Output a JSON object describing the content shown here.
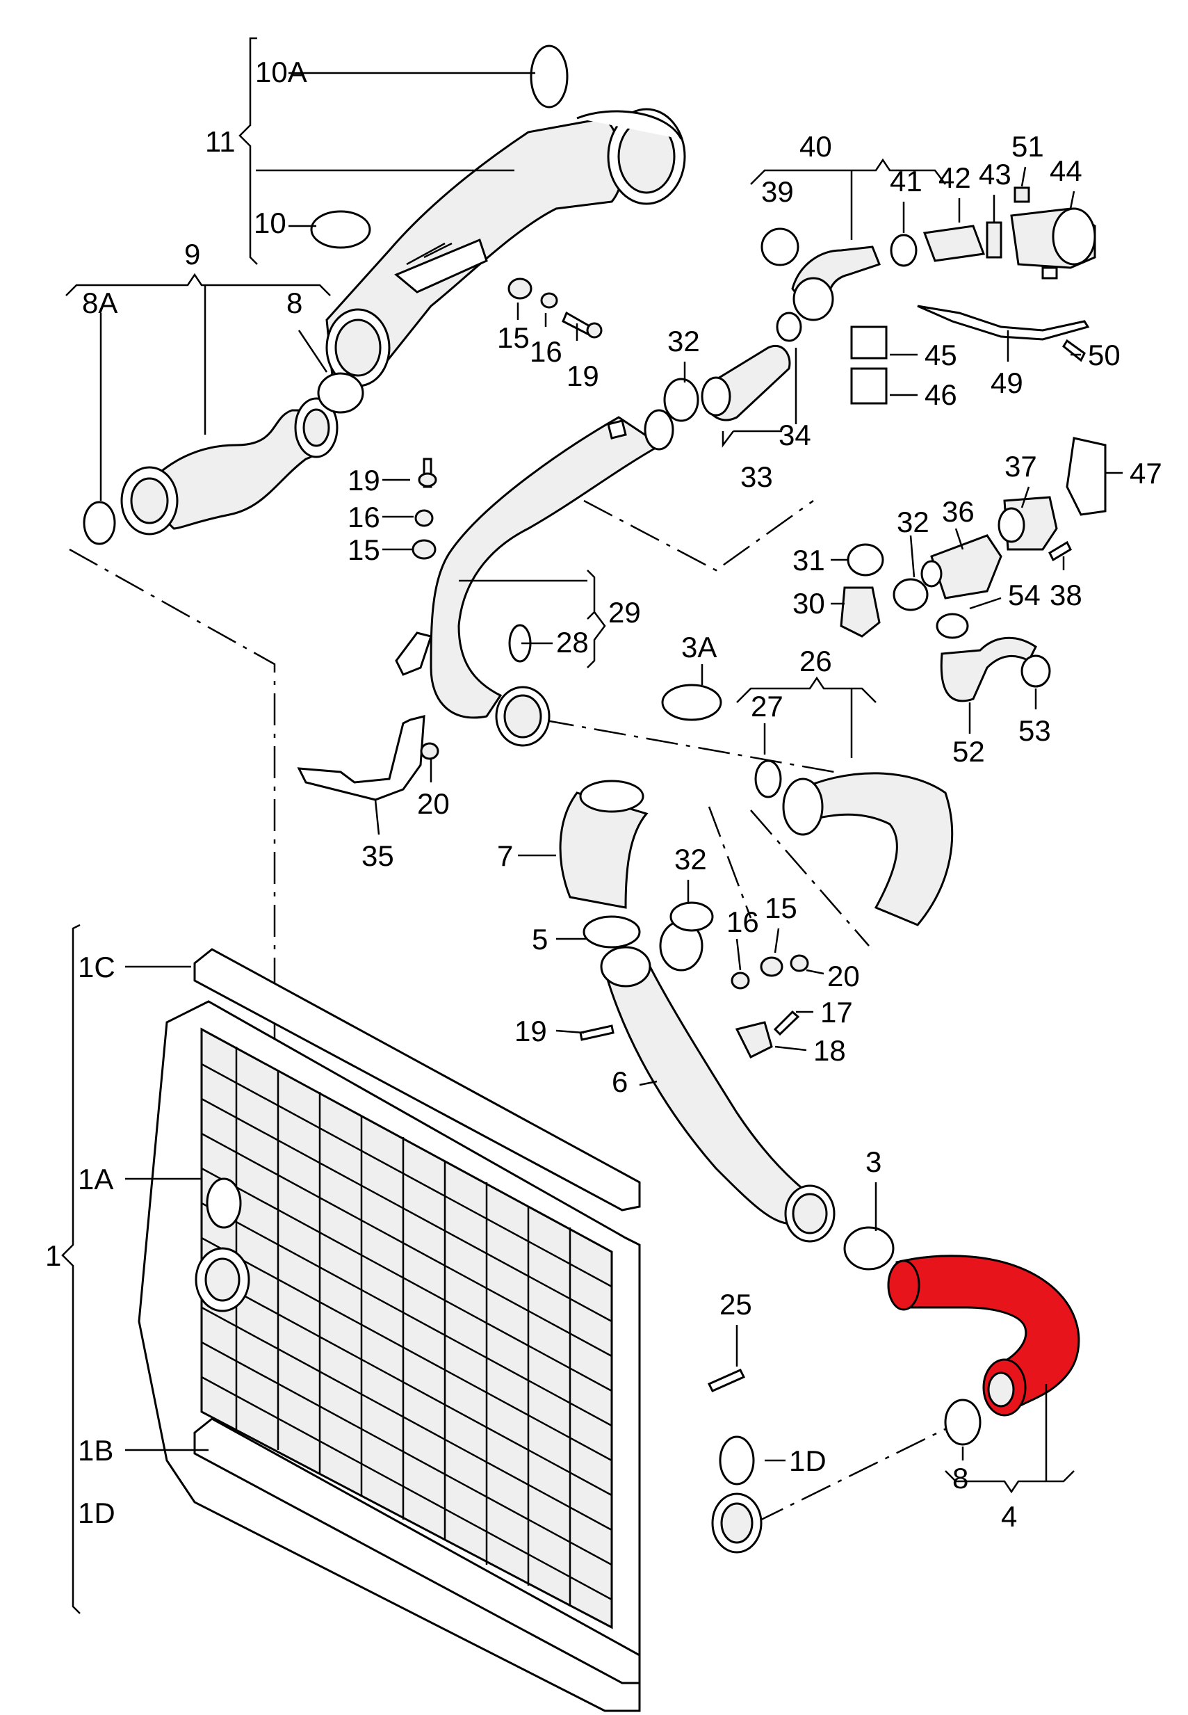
{
  "diagram": {
    "highlight_color": "#e8141c",
    "labels": {
      "l_10A": "10A",
      "l_11": "11",
      "l_10": "10",
      "l_9": "9",
      "l_8A": "8A",
      "l_8top": "8",
      "l_15a": "15",
      "l_16a": "16",
      "l_19a": "19",
      "l_19b": "19",
      "l_16b": "16",
      "l_15b": "15",
      "l_32a": "32",
      "l_34": "34",
      "l_33": "33",
      "l_40": "40",
      "l_39": "39",
      "l_41": "41",
      "l_42": "42",
      "l_43": "43",
      "l_51": "51",
      "l_44": "44",
      "l_45": "45",
      "l_46": "46",
      "l_49": "49",
      "l_50": "50",
      "l_36": "36",
      "l_37": "37",
      "l_47": "47",
      "l_31": "31",
      "l_32b": "32",
      "l_38": "38",
      "l_30": "30",
      "l_54": "54",
      "l_52": "52",
      "l_53": "53",
      "l_28": "28",
      "l_29": "29",
      "l_3A": "3A",
      "l_26": "26",
      "l_27": "27",
      "l_20a": "20",
      "l_35": "35",
      "l_7": "7",
      "l_32c": "32",
      "l_16c": "16",
      "l_15c": "15",
      "l_5": "5",
      "l_20b": "20",
      "l_1C": "1C",
      "l_19c": "19",
      "l_17": "17",
      "l_18": "18",
      "l_6": "6",
      "l_1A": "1A",
      "l_3": "3",
      "l_1": "1",
      "l_25": "25",
      "l_1B": "1B",
      "l_1Dr": "1D",
      "l_8b": "8",
      "l_1Dl": "1D",
      "l_4": "4"
    }
  }
}
